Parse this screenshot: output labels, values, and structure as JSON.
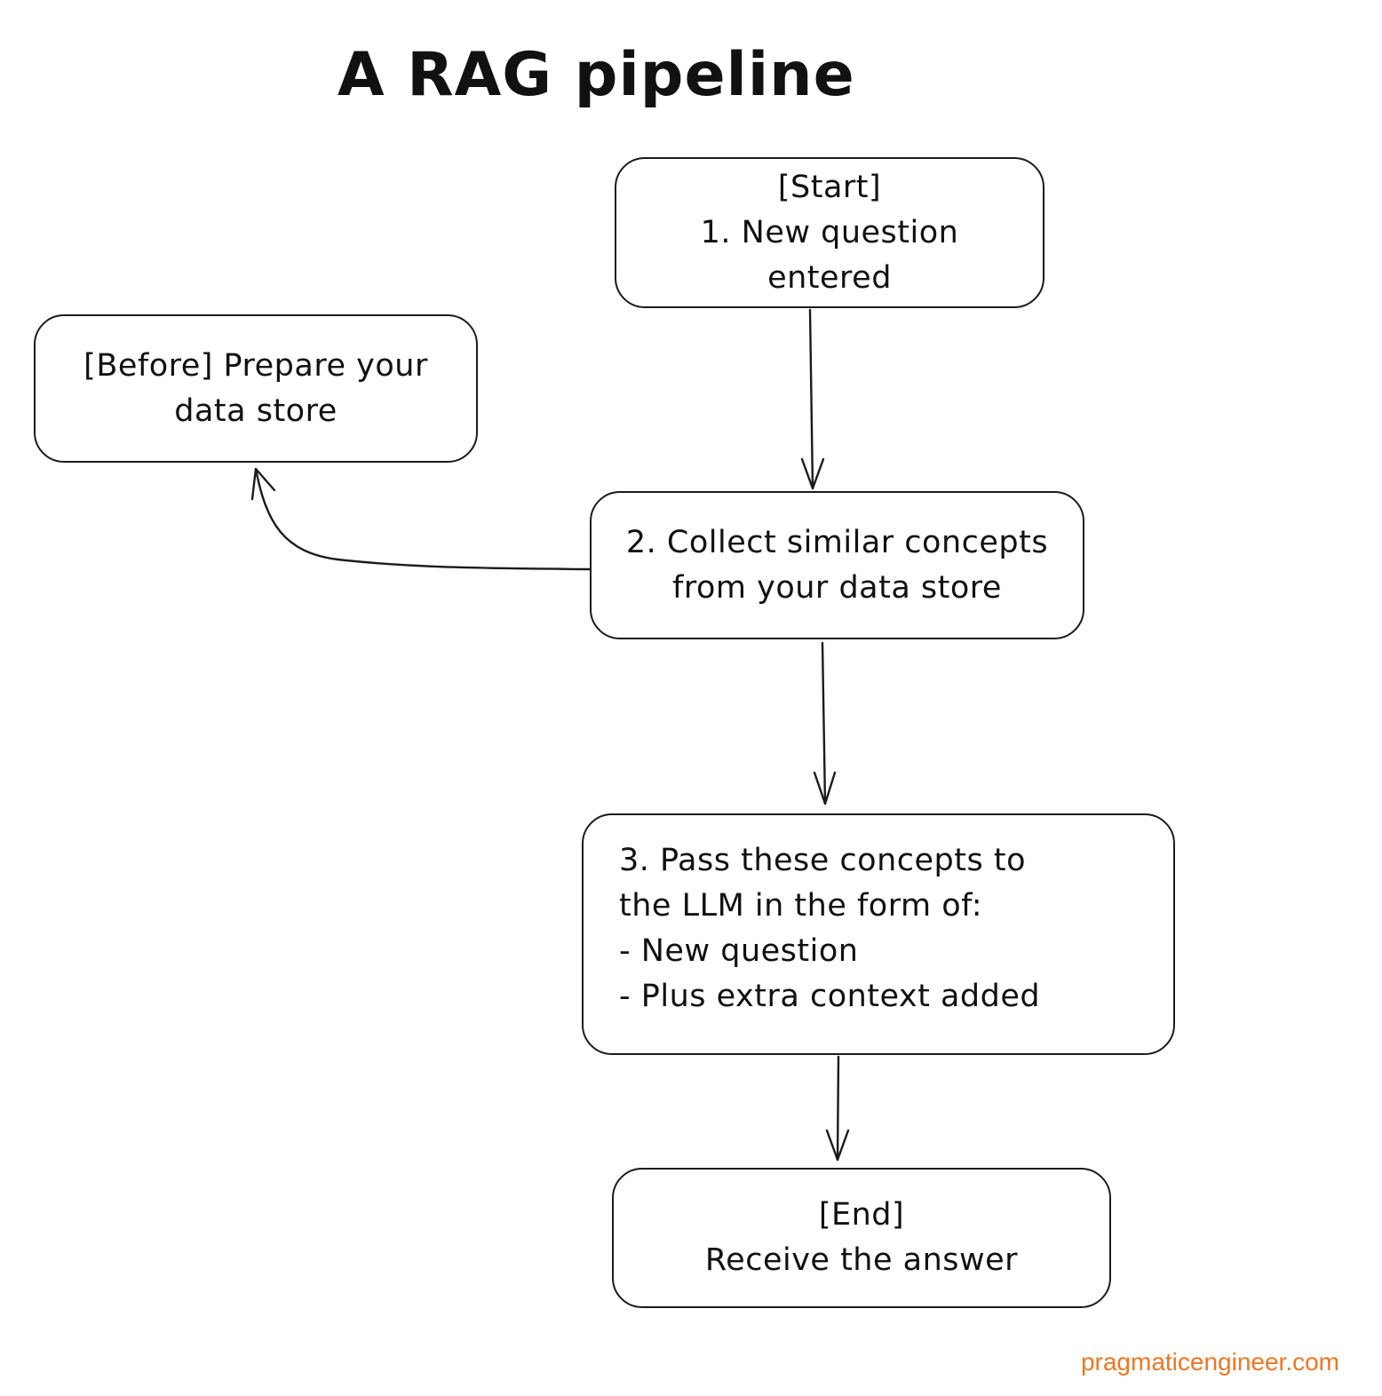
{
  "title": "A RAG pipeline",
  "nodes": {
    "start": {
      "lines": [
        "[Start]",
        "1. New question",
        "entered"
      ]
    },
    "before": {
      "lines": [
        "[Before] Prepare your",
        "data store"
      ]
    },
    "collect": {
      "lines": [
        "2. Collect similar concepts",
        "from your data store"
      ]
    },
    "pass": {
      "lines": [
        "3. Pass these concepts to",
        "the LLM in the form of:",
        "- New question",
        "- Plus extra context added"
      ]
    },
    "end": {
      "lines": [
        "[End]",
        "Receive the answer"
      ]
    }
  },
  "edges": [
    {
      "from": "start",
      "to": "collect"
    },
    {
      "from": "collect",
      "to": "before"
    },
    {
      "from": "collect",
      "to": "pass"
    },
    {
      "from": "pass",
      "to": "end"
    }
  ],
  "footer": "pragmaticengineer.com",
  "colors": {
    "stroke": "#1b1b1b",
    "footer": "#f07622",
    "background": "#ffffff"
  }
}
